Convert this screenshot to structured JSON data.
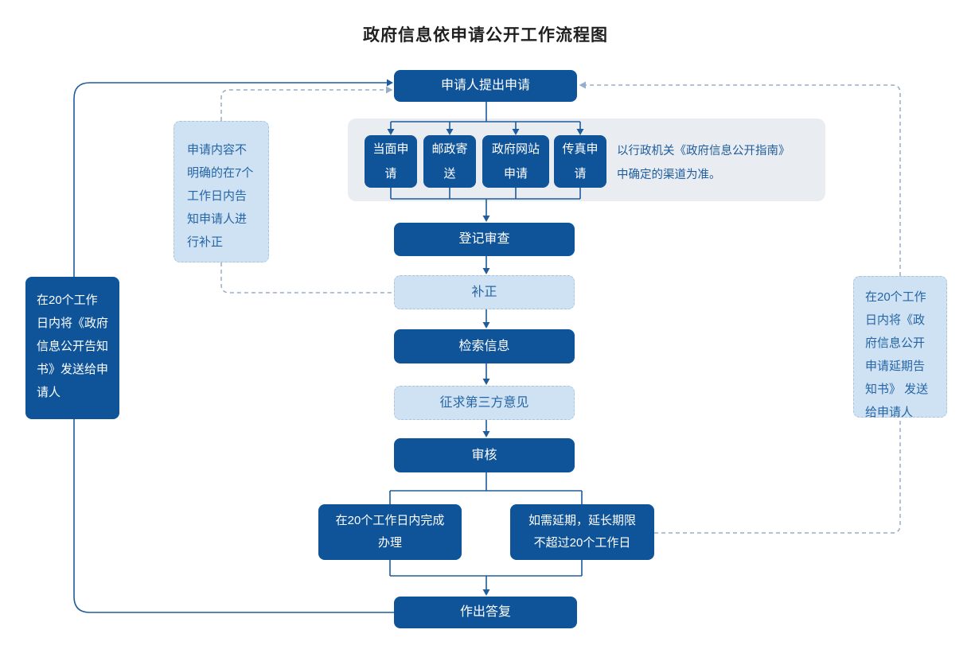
{
  "title": "政府信息依申请公开工作流程图",
  "nodes": {
    "apply": "申请人提出申请",
    "channels": [
      "当面申请",
      "邮政寄送",
      "政府网站申请",
      "传真申请"
    ],
    "register": "登记审查",
    "supplement": "补正",
    "search_info": "检索信息",
    "third_party_opinion": "征求第三方意见",
    "review": "审核",
    "complete_in_20_days": "在20个工作日内完成办理",
    "extension": "如需延期，延长期限不超过20个工作日",
    "reply": "作出答复"
  },
  "notes": {
    "channel_note_line1": "以行政机关《政府信息公开指南》",
    "channel_note_line2": "中确定的渠道为准。",
    "supplement_note": "申请内容不明确的在7个工作日内告知申请人进行补正",
    "reply_notice": "在20个工作日内将《政府信息公开告知书》发送给申请人",
    "extension_notice": "在20个工作日内将《政府信息公开申请延期告知书》 发送给申请人"
  },
  "colors": {
    "node_fill": "#0f5499",
    "node_text": "#ffffff",
    "light_fill": "#cfe2f3",
    "light_border": "#a9c4dd",
    "light_text": "#2565a5",
    "panel_bg": "#e9edf2",
    "solid_line": "#1e5c9c",
    "dashed_line": "#98adc7",
    "title_text": "#1f1f1f"
  }
}
